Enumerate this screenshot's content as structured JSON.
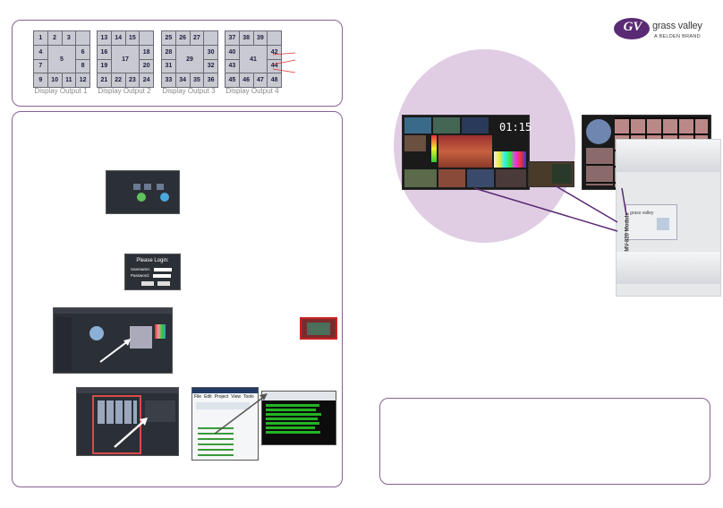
{
  "grids": [
    {
      "label": "Display Output  1",
      "cells": [
        "1",
        "2",
        "3",
        "4",
        "5",
        "6",
        "7",
        "8",
        "9",
        "10",
        "11",
        "12"
      ]
    },
    {
      "label": "Display Output  2",
      "cells": [
        "13",
        "14",
        "15",
        "16",
        "17",
        "18",
        "19",
        "20",
        "21",
        "22",
        "23",
        "24"
      ]
    },
    {
      "label": "Display Output  3",
      "cells": [
        "25",
        "26",
        "27",
        "28",
        "29",
        "30",
        "31",
        "32",
        "33",
        "34",
        "35",
        "36"
      ]
    },
    {
      "label": "Display Output  4",
      "cells": [
        "37",
        "38",
        "39",
        "40",
        "41",
        "42",
        "43",
        "44",
        "45",
        "46",
        "47",
        "48"
      ]
    }
  ],
  "login": {
    "title": "Please Login:",
    "username_label": "Username:",
    "password_label": "Password:"
  },
  "menu": [
    "File",
    "Edit",
    "Project",
    "View",
    "Tools"
  ],
  "clock": "01:15",
  "brand": {
    "logo_mark": "GV",
    "name": "grass valley",
    "sub": "A BELDEN BRAND"
  },
  "device": {
    "model": "MV-820 Module",
    "mark": "grass valley"
  },
  "colors": {
    "accent": "#8a5f95",
    "circle": "#e0cde4",
    "connector": "#5a2a74"
  }
}
